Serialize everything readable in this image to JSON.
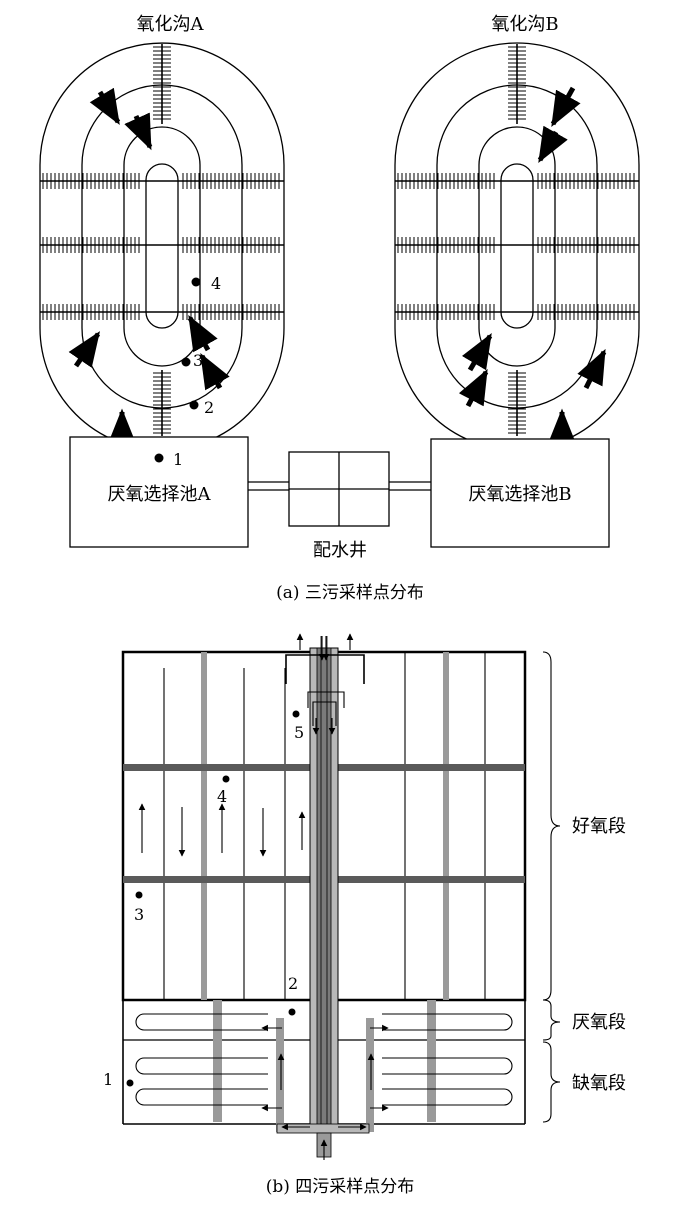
{
  "panel_a": {
    "label_ditch_a": "氧化沟A",
    "label_ditch_b": "氧化沟B",
    "label_tank_a": "厌氧选择池A",
    "label_tank_b": "厌氧选择池B",
    "label_well": "配水井",
    "caption": "(a) 三污采样点分布",
    "points": [
      "1",
      "2",
      "3",
      "4"
    ]
  },
  "panel_b": {
    "label_aerobic": "好氧段",
    "label_anaerobic": "厌氧段",
    "label_anoxic": "缺氧段",
    "caption": "(b) 四污采样点分布",
    "points": [
      "1",
      "2",
      "3",
      "4",
      "5"
    ]
  }
}
